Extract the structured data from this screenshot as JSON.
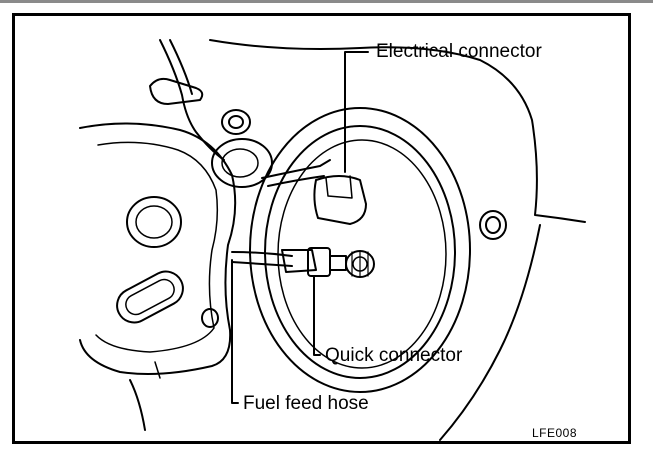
{
  "figure": {
    "labels": {
      "electrical_connector": "Electrical connector",
      "quick_connector": "Quick connector",
      "fuel_feed_hose": "Fuel feed hose"
    },
    "figure_code": "LFE008"
  },
  "colors": {
    "line": "#000000",
    "background": "#ffffff",
    "top_rule": "#8a8a8a"
  }
}
